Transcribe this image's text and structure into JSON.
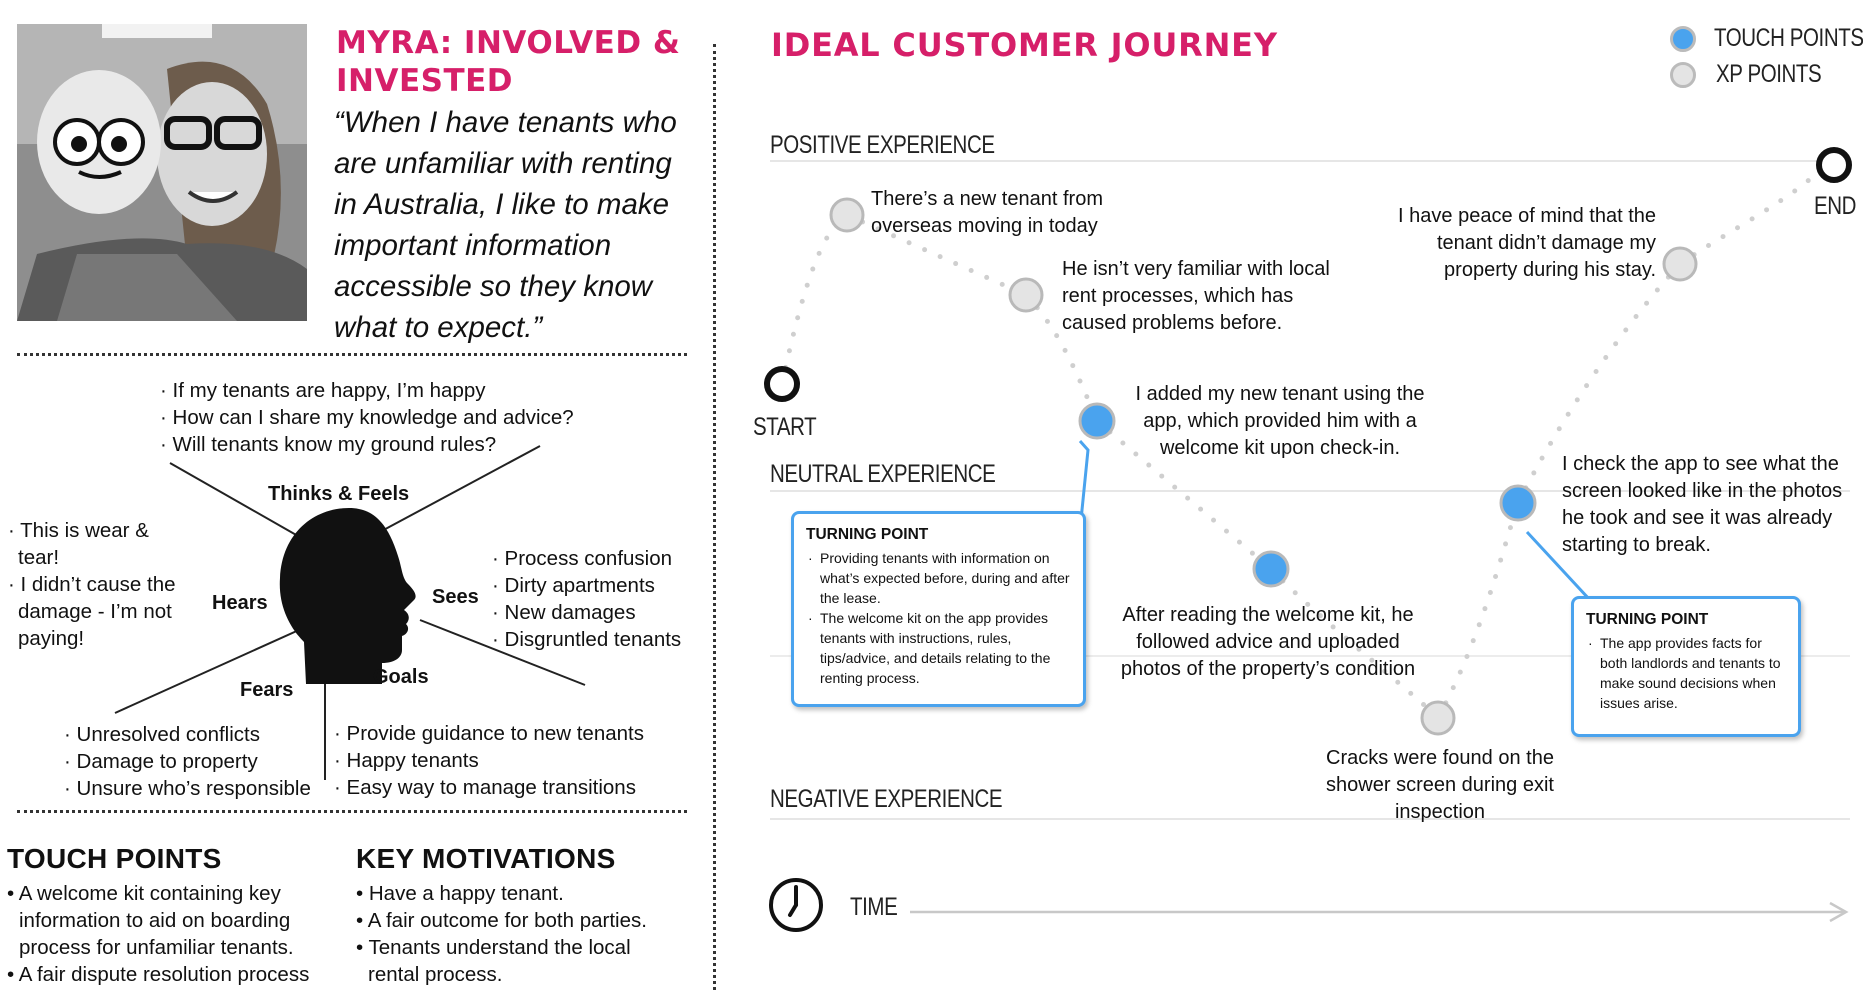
{
  "persona": {
    "name_line1": "MYRA: INVOLVED &",
    "name_line2": "INVESTED",
    "quote": "“When I have tenants who are unfamiliar with renting in Australia, I like to make important information accessible so they know what to expect.”"
  },
  "empathy": {
    "thinks_feels_label": "Thinks & Feels",
    "hears_label": "Hears",
    "sees_label": "Sees",
    "fears_label": "Fears",
    "goals_label": "Goals",
    "thinks_feels": [
      "If my tenants are happy, I’m happy",
      "How can I share my knowledge and advice?",
      "Will tenants know my ground rules?"
    ],
    "hears": [
      "This is wear & tear!",
      "I didn’t cause the damage - I’m not paying!"
    ],
    "sees": [
      "Process confusion",
      "Dirty apartments",
      "New damages",
      "Disgruntled tenants"
    ],
    "fears": [
      "Unresolved conflicts",
      "Damage to property",
      "Unsure who’s responsible"
    ],
    "goals": [
      "Provide guidance to new tenants",
      "Happy tenants",
      "Easy way to manage transitions"
    ]
  },
  "touch_points": {
    "heading": "TOUCH POINTS",
    "items": [
      "A welcome kit containing key information to aid on boarding process for unfamiliar tenants.",
      "A fair dispute resolution process"
    ]
  },
  "key_motivations": {
    "heading": "KEY MOTIVATIONS",
    "items": [
      "Have a happy tenant.",
      "A fair outcome for both parties.",
      "Tenants understand the local rental process."
    ]
  },
  "journey": {
    "title": "IDEAL CUSTOMER JOURNEY",
    "legend": [
      {
        "label": "TOUCH POINTS",
        "color": "#4aa3ee"
      },
      {
        "label": "XP POINTS",
        "color": "#e4e4e4"
      }
    ],
    "levels": {
      "positive": "POSITIVE EXPERIENCE",
      "neutral": "NEUTRAL EXPERIENCE",
      "negative": "NEGATIVE EXPERIENCE"
    },
    "start_label": "START",
    "end_label": "END",
    "time_label": "TIME",
    "points": [
      {
        "type": "xp",
        "text": "There’s a new tenant from overseas moving in today"
      },
      {
        "type": "xp",
        "text": "He isn’t very familiar with local rent processes, which has caused problems before."
      },
      {
        "type": "touch",
        "text": "I added my new tenant using the app, which provided him with a welcome kit upon check-in."
      },
      {
        "type": "touch",
        "text": "After reading the welcome kit, he followed advice and uploaded photos of the property’s condition"
      },
      {
        "type": "xp",
        "text": "Cracks were found on the shower screen during exit inspection"
      },
      {
        "type": "touch",
        "text": "I check the app to see what the screen looked like in the photos he took and see it was already starting to break."
      },
      {
        "type": "xp",
        "text": "I have peace of mind that the tenant didn’t damage my property during his stay."
      }
    ],
    "turning_points": [
      {
        "heading": "TURNING POINT",
        "items": [
          "Providing tenants with information on what’s expected before, during and after the lease.",
          "The welcome kit on the app provides tenants with instructions, rules, tips/advice, and details relating to the renting process."
        ]
      },
      {
        "heading": "TURNING POINT",
        "items": [
          "The app provides facts for both landlords and tenants to make sound decisions when issues arise."
        ]
      }
    ]
  }
}
